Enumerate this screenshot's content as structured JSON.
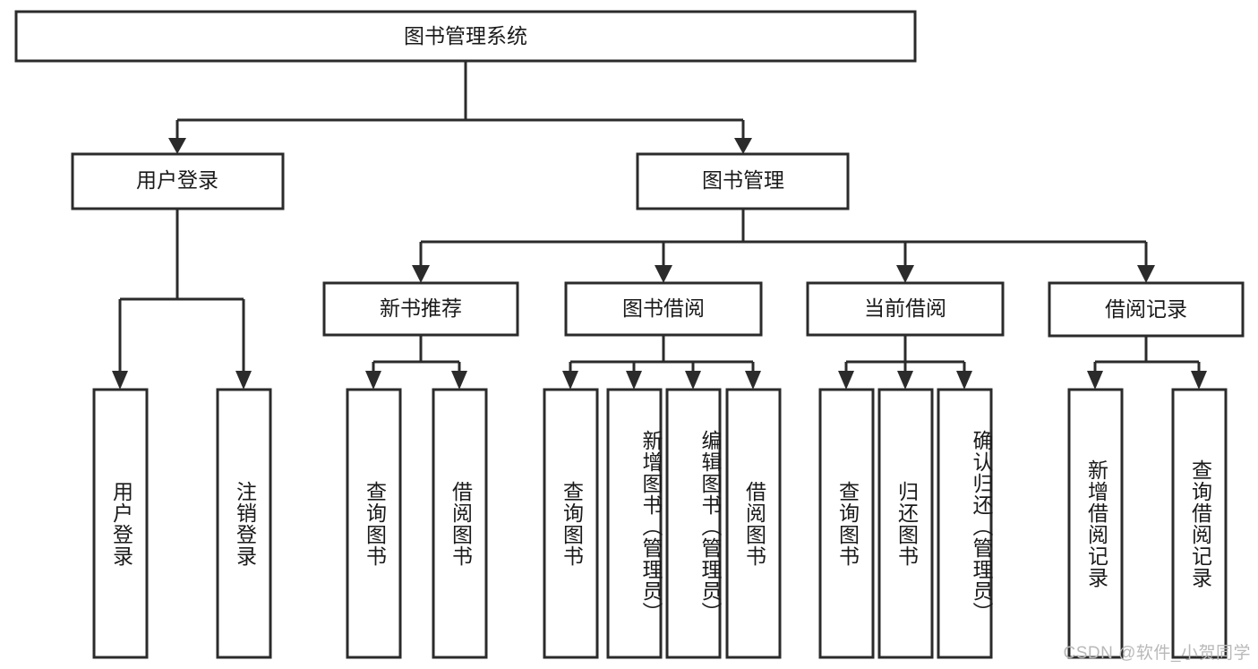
{
  "diagram": {
    "title": "图书管理系统",
    "type": "tree-hierarchy-diagram",
    "orientation": "top-down",
    "colors": {
      "box_stroke": "#2b2b2b",
      "box_fill": "#ffffff",
      "connector": "#2b2b2b",
      "text": "#1a1a1a",
      "watermark": "#b9b9b9",
      "background": "#ffffff"
    },
    "root": {
      "label": "图书管理系统"
    },
    "level2": [
      {
        "label": "用户登录"
      },
      {
        "label": "图书管理"
      }
    ],
    "level3": [
      {
        "label": "新书推荐"
      },
      {
        "label": "图书借阅"
      },
      {
        "label": "当前借阅"
      },
      {
        "label": "借阅记录"
      }
    ],
    "leaves": {
      "user_login": [
        {
          "label": "用户登录"
        },
        {
          "label": "注销登录"
        }
      ],
      "new_book_recommend": [
        {
          "label": "查询图书"
        },
        {
          "label": "借阅图书"
        }
      ],
      "book_borrow": [
        {
          "label": "查询图书"
        },
        {
          "label": "新增图书（管理员）"
        },
        {
          "label": "编辑图书（管理员）"
        },
        {
          "label": "借阅图书"
        }
      ],
      "current_borrow": [
        {
          "label": "查询图书"
        },
        {
          "label": "归还图书"
        },
        {
          "label": "确认归还（管理员）"
        }
      ],
      "borrow_record": [
        {
          "label": "新增借阅记录"
        },
        {
          "label": "查询借阅记录"
        }
      ]
    }
  },
  "watermark": {
    "text": "CSDN @软件_小贺同学"
  }
}
